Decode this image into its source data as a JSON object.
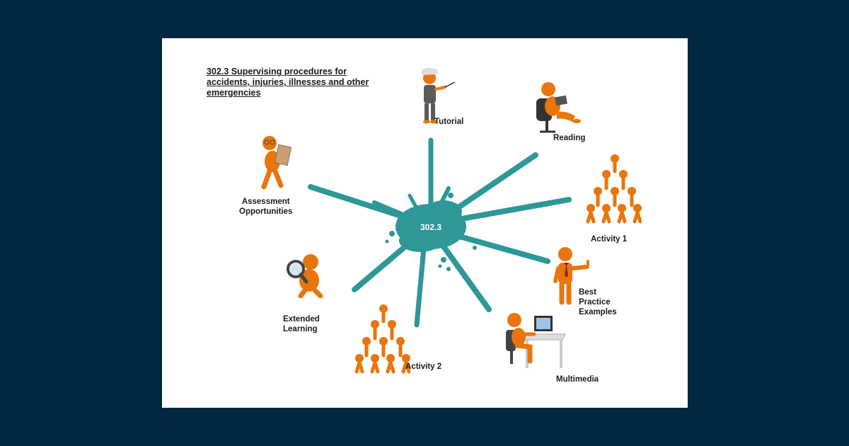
{
  "title": "302.3 Supervising procedures for accidents, injuries, illnesses and other emergencies",
  "center_label": "302.3",
  "nodes": {
    "tutorial": "Tutorial",
    "reading": "Reading",
    "activity1": "Activity 1",
    "best_practice": [
      "Best",
      "Practice",
      "Examples"
    ],
    "multimedia": "Multimedia",
    "activity2": "Activity 2",
    "extended_learning": [
      "Extended",
      "Learning"
    ],
    "assessment": [
      "Assessment",
      "Opportunities"
    ]
  },
  "colors": {
    "background": "#022742",
    "splash": "#2E9797",
    "figure": "#E8760C"
  }
}
